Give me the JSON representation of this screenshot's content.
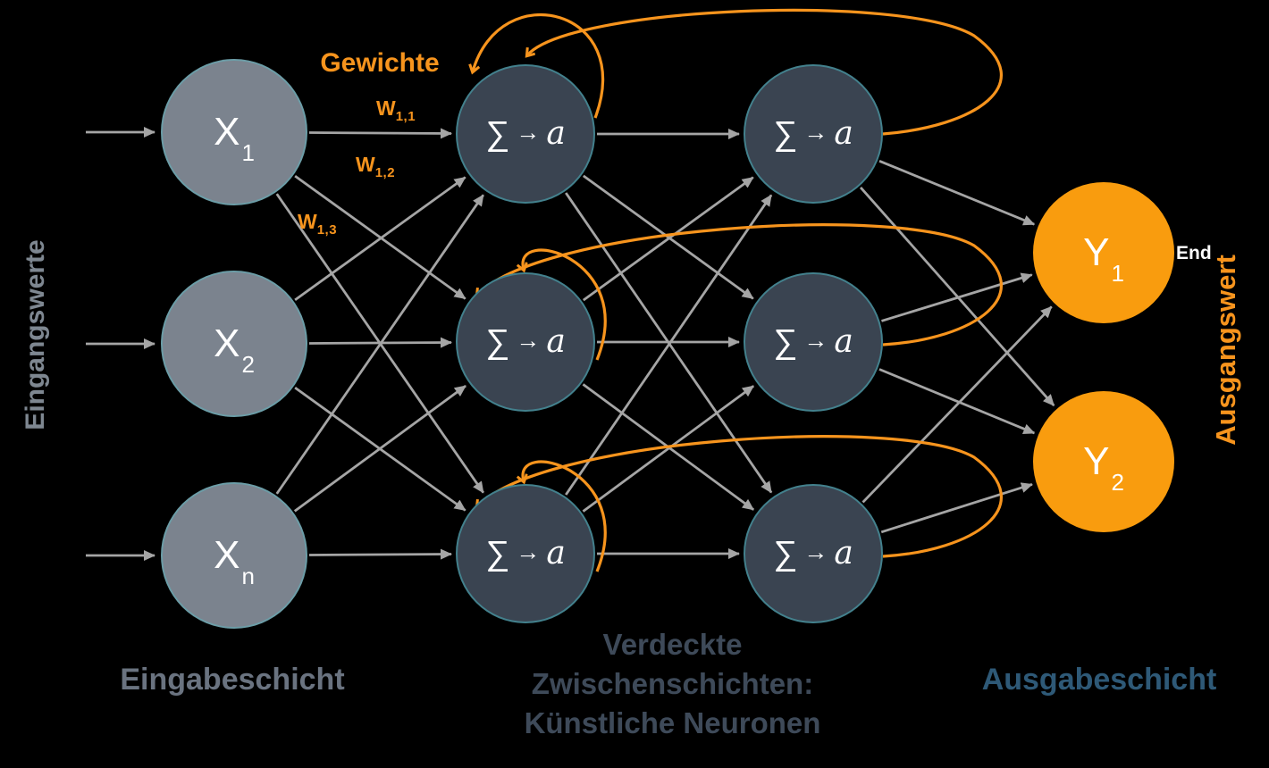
{
  "diagram_title": "Neural network diagram (German labels)",
  "labels": {
    "left_vertical": "Eingangswerte",
    "right_vertical": "Ausgangswert",
    "weights_title": "Gewichte",
    "input_layer_caption": "Eingabeschicht",
    "hidden_layer_caption_line1": "Verdeckte",
    "hidden_layer_caption_line2": "Zwischenschichten:",
    "hidden_layer_caption_line3": "Künstliche Neuronen",
    "output_layer_caption": "Ausgabeschicht",
    "end_label": "End"
  },
  "weights": {
    "w11": {
      "base": "W",
      "sub": "1,1"
    },
    "w12": {
      "base": "W",
      "sub": "1,2"
    },
    "w13": {
      "base": "W",
      "sub": "1,3"
    }
  },
  "nodes": {
    "inputs": [
      {
        "base": "X",
        "sub": "1"
      },
      {
        "base": "X",
        "sub": "2"
      },
      {
        "base": "X",
        "sub": "n"
      }
    ],
    "neuron": {
      "sum": "∑",
      "arrow": "→",
      "activation": "a"
    },
    "outputs": [
      {
        "base": "Y",
        "sub": "1"
      },
      {
        "base": "Y",
        "sub": "2"
      }
    ]
  },
  "colors": {
    "background": "#000000",
    "input_node": "#7B838E",
    "hidden_node": "#3A4451",
    "output_node": "#F99C0E",
    "accent_orange": "#F7941D",
    "arrow_gray": "#A5A5A5",
    "node_text": "#FFFFFF",
    "input_caption": "#6A7380",
    "hidden_caption": "#3E4A59",
    "output_caption": "#2E5977",
    "left_vertical_label": "#7E8791"
  }
}
